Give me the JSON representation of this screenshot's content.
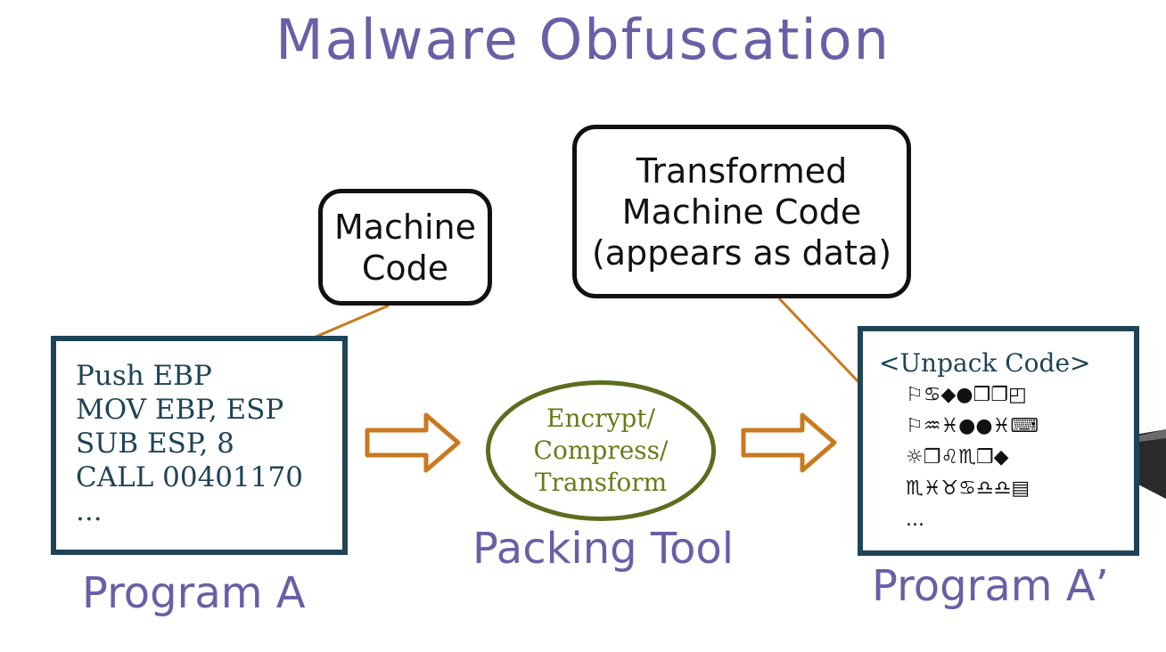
{
  "title": "Malware Obfuscation",
  "callouts": {
    "machine_code": [
      "Machine",
      "Code"
    ],
    "transformed": [
      "Transformed",
      "Machine Code",
      "(appears as data)"
    ]
  },
  "program_a": {
    "code": [
      "Push EBP",
      "MOV EBP, ESP",
      "SUB ESP, 8",
      "CALL 00401170",
      "..."
    ],
    "label": "Program A"
  },
  "packing_tool": {
    "steps": [
      "Encrypt/",
      "Compress/",
      "Transform"
    ],
    "label": "Packing Tool"
  },
  "program_a_prime": {
    "header": "<Unpack Code>",
    "glyph_lines": [
      "⚐♋◆●❒❐◰",
      "⚐♒♓●●♓⌨",
      "☼❐♌♏❒◆",
      "♏♓♉♋♎♎▤",
      "..."
    ],
    "label": "Program A’"
  },
  "colors": {
    "title": "#6a5fa6",
    "box_border": "#1e4456",
    "arrow": "#c87a1e",
    "ellipse": "#5a6e1e",
    "connector": "#c87a1e"
  }
}
